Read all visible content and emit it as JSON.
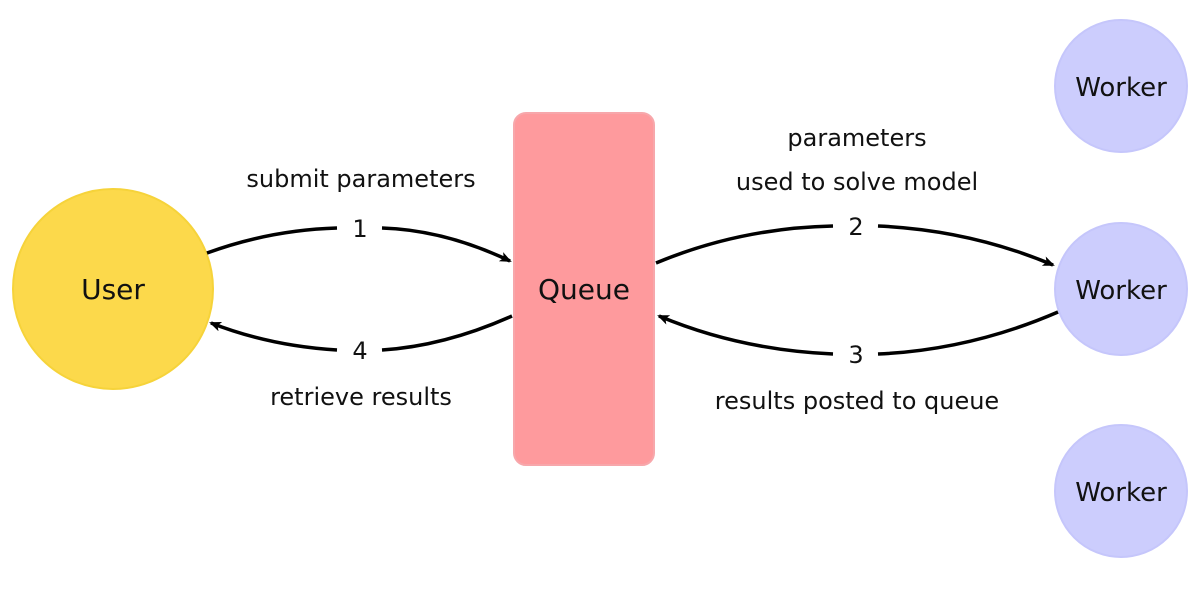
{
  "nodes": {
    "user": {
      "label": "User",
      "fill": "#fcd94b",
      "stroke": "#f6d33a"
    },
    "queue": {
      "label": "Queue",
      "fill": "#fe9a9d",
      "stroke": "#f7a7ab"
    },
    "workers": [
      {
        "label": "Worker",
        "fill": "#cccdfd",
        "stroke": "#c5c6fb"
      },
      {
        "label": "Worker",
        "fill": "#cccdfd",
        "stroke": "#c5c6fb"
      },
      {
        "label": "Worker",
        "fill": "#cccdfd",
        "stroke": "#c5c6fb"
      }
    ]
  },
  "edges": {
    "submit": {
      "step": "1",
      "label": "submit parameters"
    },
    "params": {
      "step": "2",
      "label_line1": "parameters",
      "label_line2": "used to solve model"
    },
    "posted": {
      "step": "3",
      "label": "results posted to queue"
    },
    "retrieve": {
      "step": "4",
      "label": "retrieve results"
    }
  }
}
